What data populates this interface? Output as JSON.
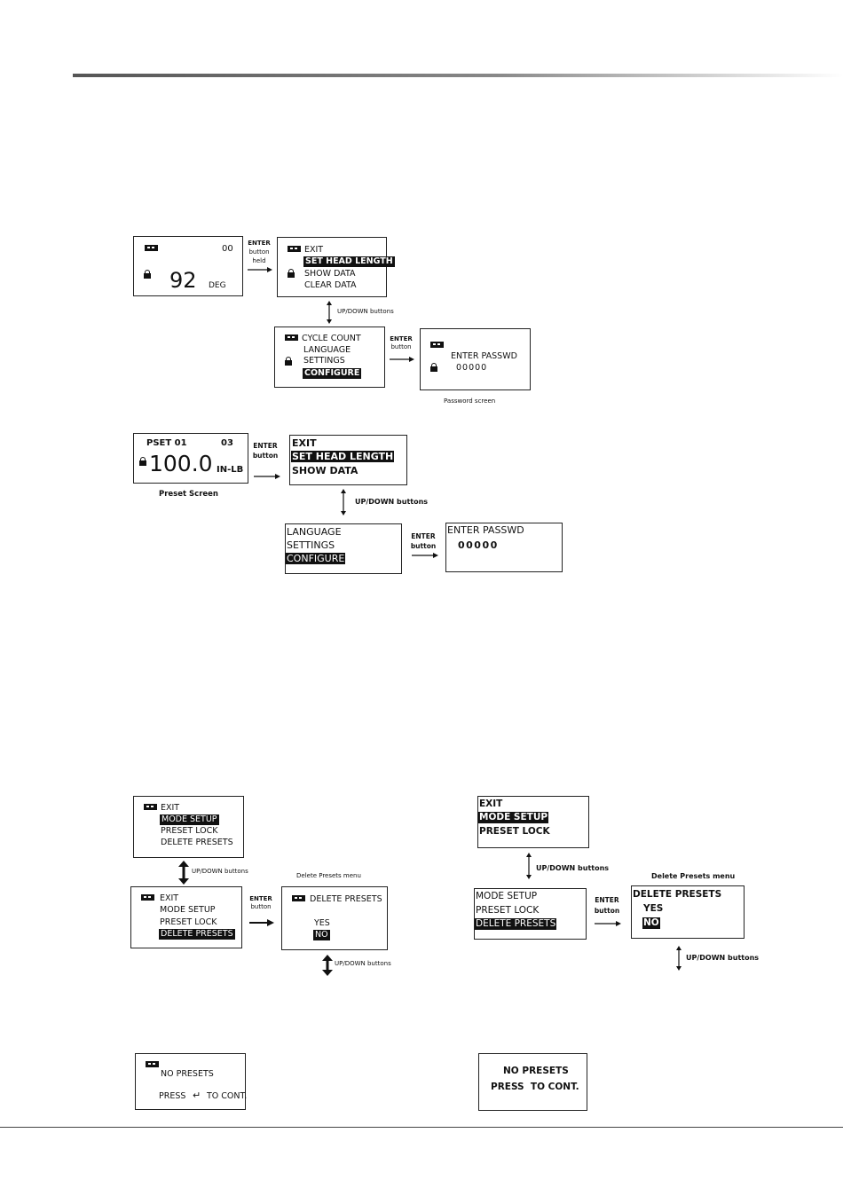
{
  "d1": {
    "home": {
      "count": "00",
      "value": "92",
      "unit": "DEG"
    },
    "menu1": [
      "EXIT",
      "SET HEAD LENGTH",
      "SHOW DATA",
      "CLEAR DATA"
    ],
    "menu2": [
      "CYCLE COUNT",
      "LANGUAGE",
      "SETTINGS",
      "CONFIGURE"
    ],
    "pwd": {
      "prompt": "ENTER PASSWD",
      "digits": "00000"
    },
    "enter_held": [
      "ENTER",
      "button",
      "held"
    ],
    "enter_btn": [
      "ENTER",
      "button"
    ],
    "updown": "UP/DOWN buttons",
    "pwd_caption": "Password screen"
  },
  "d2": {
    "preset": {
      "name": "PSET 01",
      "num": "03",
      "value": "100.0",
      "unit": "IN-LB"
    },
    "preset_caption": "Preset  Screen",
    "menu1": [
      "EXIT",
      "SET HEAD LENGTH",
      "SHOW DATA"
    ],
    "menu2": [
      "LANGUAGE",
      "SETTINGS",
      "CONFIGURE"
    ],
    "pwd": {
      "prompt": "ENTER PASSWD",
      "digits": "00000"
    },
    "enter_btn": [
      "ENTER",
      "button"
    ],
    "updown": "UP/DOWN buttons"
  },
  "d3": {
    "menuA": [
      "EXIT",
      "MODE SETUP",
      "PRESET LOCK",
      "DELETE PRESETS"
    ],
    "menuB": [
      "EXIT",
      "MODE SETUP",
      "PRESET LOCK",
      "DELETE PRESETS"
    ],
    "del": {
      "title": "DELETE PRESETS",
      "yes": "YES",
      "no": "NO"
    },
    "del_caption": "Delete Presets menu",
    "enter_btn": [
      "ENTER",
      "button"
    ],
    "updown": "UP/DOWN buttons",
    "nopresets": {
      "line1": "NO PRESETS",
      "line2a": "PRESS",
      "line2b": "TO CONT.",
      "enter_symbol": "↵"
    }
  },
  "d4": {
    "menuA": [
      "EXIT",
      "MODE SETUP",
      "PRESET LOCK"
    ],
    "menuB": [
      "MODE SETUP",
      "PRESET LOCK",
      "DELETE PRESETS"
    ],
    "del": {
      "title": "DELETE PRESETS",
      "yes": "YES",
      "no": "NO"
    },
    "del_caption": "Delete Presets menu",
    "enter_btn": [
      "ENTER",
      "button"
    ],
    "updown": "UP/DOWN buttons",
    "nopresets": {
      "line1": "NO PRESETS",
      "line2": "PRESS  TO CONT."
    }
  }
}
